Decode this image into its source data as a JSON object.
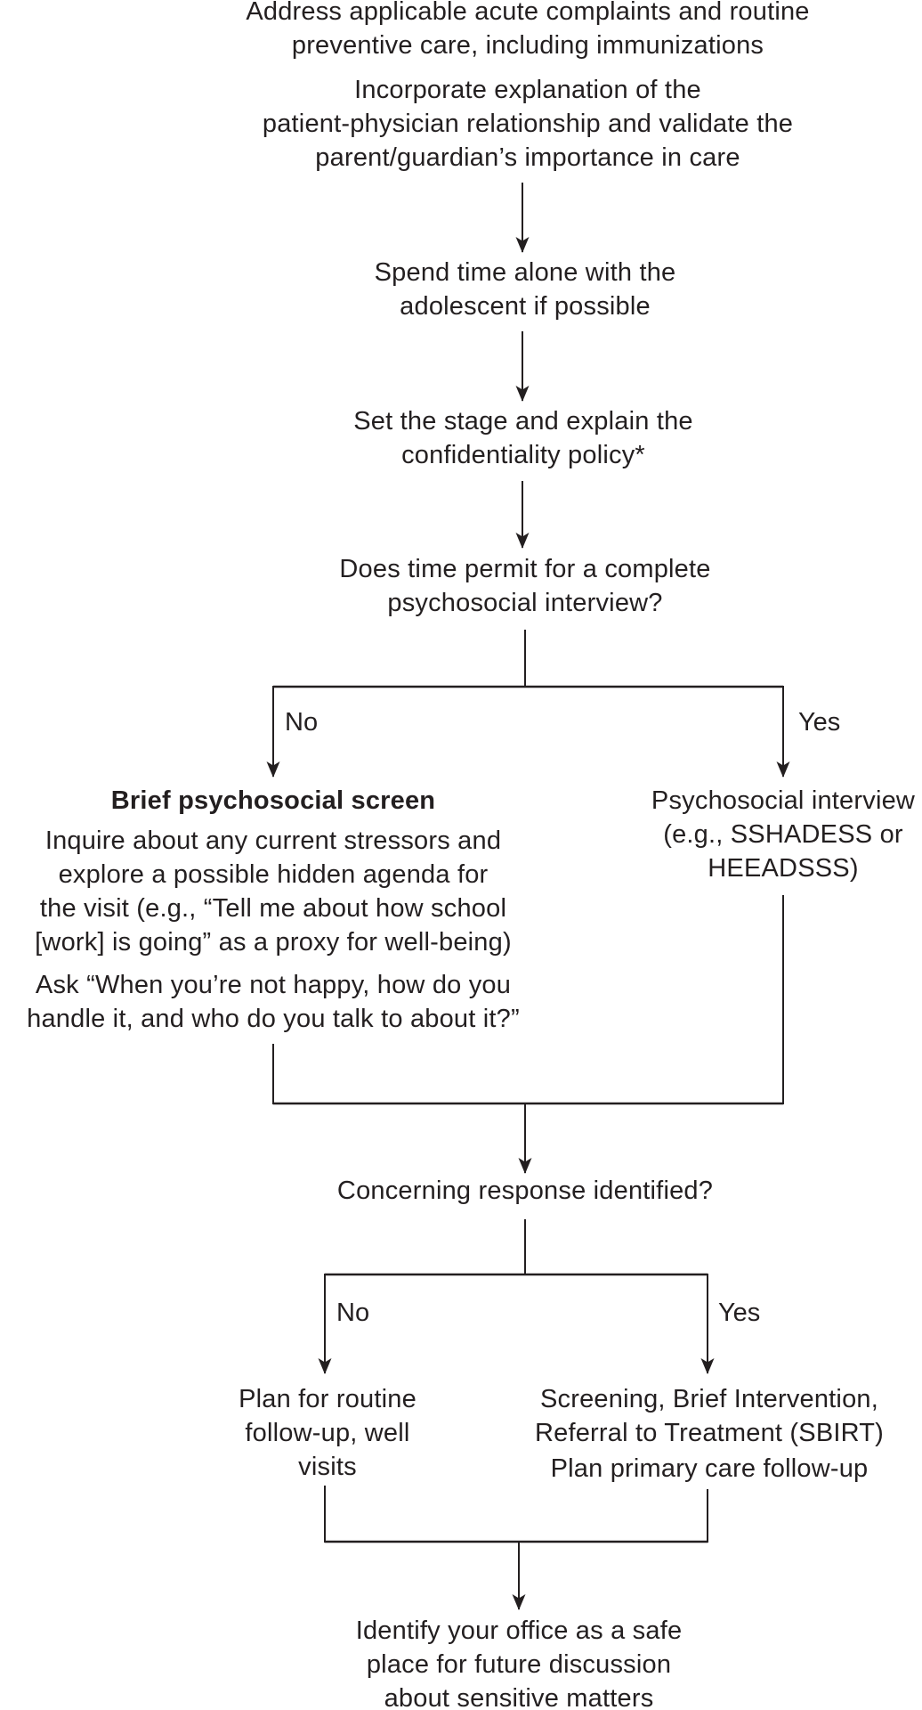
{
  "diagram": {
    "background": "#ffffff",
    "text_color": "#231f20",
    "line_color": "#231f20",
    "nodes": {
      "intro_acute_care": "Address applicable acute complaints and routine\npreventive care, including immunizations",
      "intro_relationship": "Incorporate explanation of the\npatient-physician relationship and validate the\nparent/guardian’s importance in care",
      "spend_time_alone": "Spend time alone with the\nadolescent if possible",
      "set_stage": "Set the stage and explain the\nconfidentiality policy*",
      "decision_time_permit": "Does time permit for a complete\npsychosocial interview?",
      "label_no_1": "No",
      "label_yes_1": "Yes",
      "brief_screen_title": "Brief psychosocial screen",
      "brief_screen_body": "Inquire about any current stressors and\nexplore a possible hidden agenda for\nthe visit (e.g., “Tell me about how school\n[work] is going” as a proxy for well-being)",
      "brief_screen_ask": "Ask “When you’re not happy, how do you\nhandle it, and who do you talk to about it?”",
      "psychosocial_interview": "Psychosocial interview\n(e.g., SSHADESS or\nHEEADSSS)",
      "decision_concerning_response": "Concerning response identified?",
      "label_no_2": "No",
      "label_yes_2": "Yes",
      "routine_followup": "Plan for routine\nfollow-up, well\nvisits",
      "sbirt": "Screening, Brief Intervention,\nReferral to Treatment (SBIRT)",
      "sbirt_followup": "Plan primary care follow-up",
      "safe_place": "Identify your office as a safe\nplace for future discussion\nabout sensitive matters"
    }
  }
}
